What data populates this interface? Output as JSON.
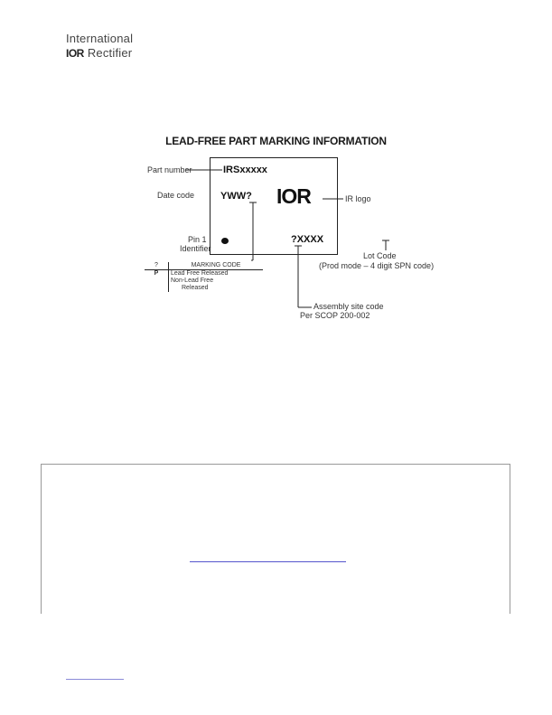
{
  "header": {
    "line1": "International",
    "logo_small": "IOR",
    "line2_text": "Rectifier"
  },
  "title": "LEAD-FREE PART MARKING INFORMATION",
  "diagram": {
    "part_number_label": "Part number",
    "part_number_value": "IRSxxxxx",
    "date_code_label": "Date code",
    "date_code_value": "YWW?",
    "logo_text": "IOR",
    "ir_logo_label": "IR logo",
    "pin1_label": "Pin 1",
    "pin1_label2": "Identifier",
    "lot_value": "?XXXX",
    "lot_code_label": "Lot Code",
    "lot_code_note": "(Prod mode – 4 digit SPN code)",
    "assembly_label": "Assembly site code",
    "assembly_label2": "Per SCOP 200-002"
  },
  "marking_table": {
    "headers": [
      "?",
      "MARKING CODE"
    ],
    "rows": [
      [
        "P",
        "Lead Free Released"
      ],
      [
        "",
        "Non-Lead Free"
      ],
      [
        "",
        "Released"
      ]
    ]
  },
  "info_box": {
    "link_text": ""
  },
  "colors": {
    "text": "#1a1a1a",
    "border": "#999999",
    "link": "#3333cc"
  }
}
